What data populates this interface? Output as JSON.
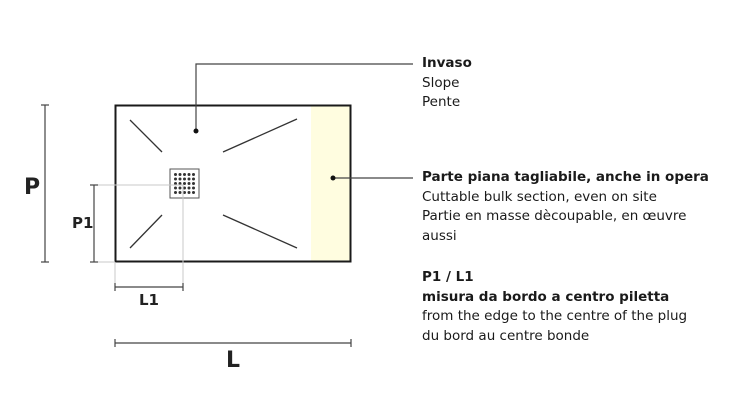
{
  "dimensions": {
    "P": "P",
    "P1": "P1",
    "L": "L",
    "L1": "L1"
  },
  "callouts": {
    "slope": {
      "title": "Invaso",
      "lines": [
        "Slope",
        "Pente"
      ]
    },
    "bulk": {
      "title": "Parte piana tagliabile, anche in opera",
      "lines": [
        "Cuttable bulk section, even on site",
        "Partie en masse dècoupable, en œuvre",
        "aussi"
      ]
    },
    "measure": {
      "title": "P1 / L1",
      "subtitle": "misura da bordo a centro piletta",
      "lines": [
        "from the edge to the centre of the plug",
        "du bord au centre bonde"
      ]
    }
  },
  "colors": {
    "bulk_section": "#fffde0",
    "outline": "#1a1a1a",
    "guide": "#cccccc"
  }
}
